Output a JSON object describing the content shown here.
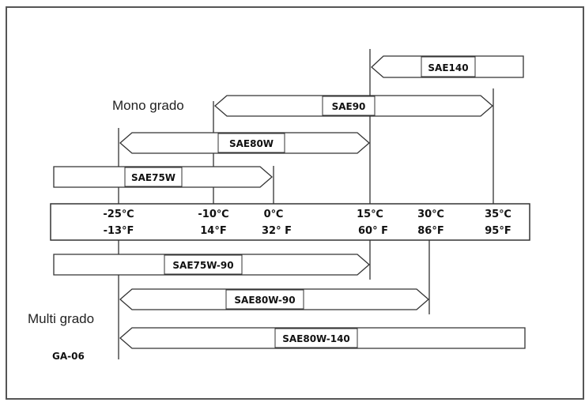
{
  "labels": {
    "mono": "Mono grado",
    "multi": "Multi grado",
    "code": "GA-06"
  },
  "temperatures": [
    {
      "c": "-25℃",
      "f": "-13°F"
    },
    {
      "c": "-10℃",
      "f": "14°F"
    },
    {
      "c": "0℃",
      "f": "32° F"
    },
    {
      "c": "15℃",
      "f": "60° F"
    },
    {
      "c": "30℃",
      "f": "86°F"
    },
    {
      "c": "35℃",
      "f": "95°F"
    }
  ],
  "mono_grades": [
    {
      "name": "SAE140",
      "min_c": 15,
      "max_c": null
    },
    {
      "name": "SAE90",
      "min_c": -10,
      "max_c": 35
    },
    {
      "name": "SAE80W",
      "min_c": -25,
      "max_c": 15
    },
    {
      "name": "SAE75W",
      "min_c": null,
      "max_c": 0
    }
  ],
  "multi_grades": [
    {
      "name": "SAE75W-90",
      "min_c": null,
      "max_c": 15
    },
    {
      "name": "SAE80W-90",
      "min_c": -25,
      "max_c": 30
    },
    {
      "name": "SAE80W-140",
      "min_c": -25,
      "max_c": null
    }
  ],
  "colors": {
    "line": "#333333",
    "fill": "#ffffff",
    "text": "#111111"
  }
}
